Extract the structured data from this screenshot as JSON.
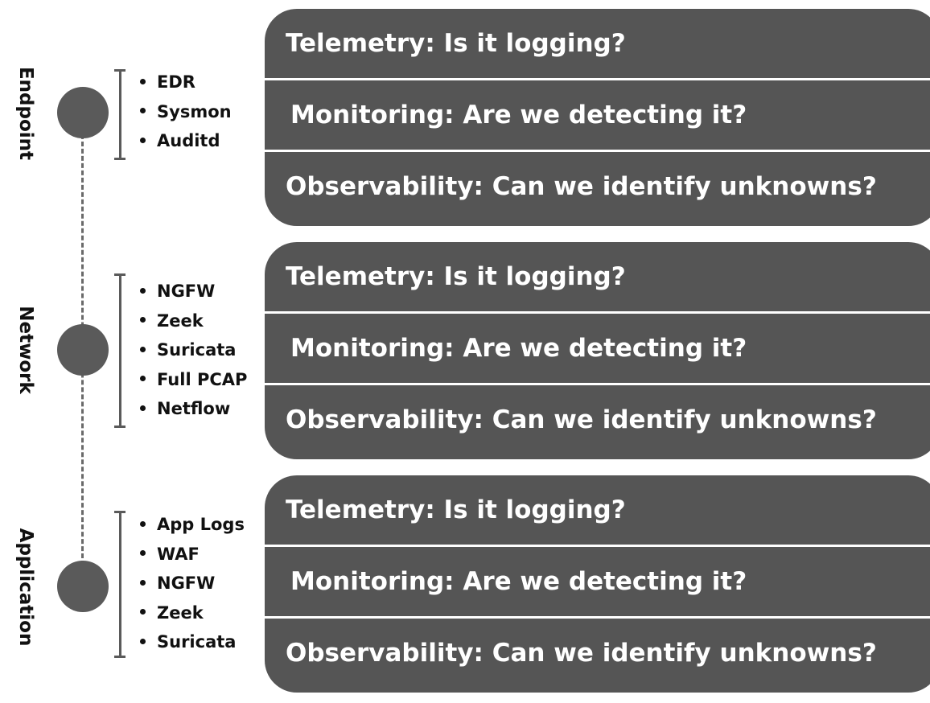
{
  "sections": [
    {
      "label": "Endpoint",
      "tools": [
        "EDR",
        "Sysmon",
        "Auditd"
      ],
      "rows": [
        "Telemetry: Is it logging?",
        "Monitoring: Are we detecting it?",
        "Observability: Can we identify unknowns?"
      ]
    },
    {
      "label": "Network",
      "tools": [
        "NGFW",
        "Zeek",
        "Suricata",
        "Full PCAP",
        "Netflow"
      ],
      "rows": [
        "Telemetry: Is it logging?",
        "Monitoring: Are we detecting it?",
        "Observability: Can we identify unknowns?"
      ]
    },
    {
      "label": "Application",
      "tools": [
        "App Logs",
        "WAF",
        "NGFW",
        "Zeek",
        "Suricata"
      ],
      "rows": [
        "Telemetry: Is it logging?",
        "Monitoring: Are we detecting it?",
        "Observability: Can we identify unknowns?"
      ]
    }
  ],
  "colors": {
    "panel": "#555555",
    "node": "#5a5a5a",
    "text_on_panel": "#ffffff",
    "text": "#111111"
  }
}
